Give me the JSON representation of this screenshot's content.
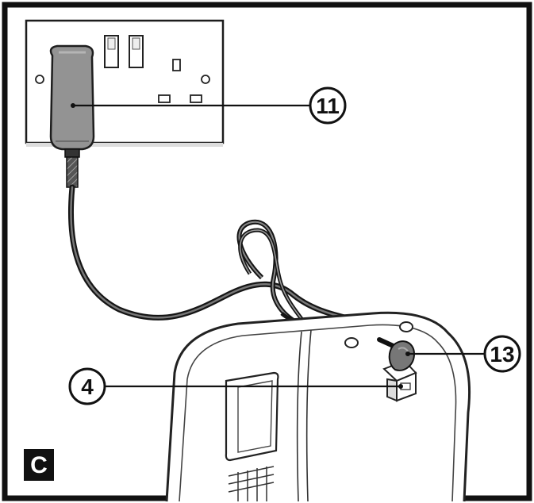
{
  "figure": {
    "panel_label": "C",
    "callouts": [
      {
        "id": "11",
        "label": "11"
      },
      {
        "id": "13",
        "label": "13"
      },
      {
        "id": "4",
        "label": "4"
      }
    ]
  },
  "colors": {
    "frame": "#111111",
    "adapter": "#8f8f8f",
    "plate": "#ffffff",
    "cable": "#222222",
    "appliance_stroke": "#2a2a2a",
    "connector": "#7a7a7a"
  }
}
